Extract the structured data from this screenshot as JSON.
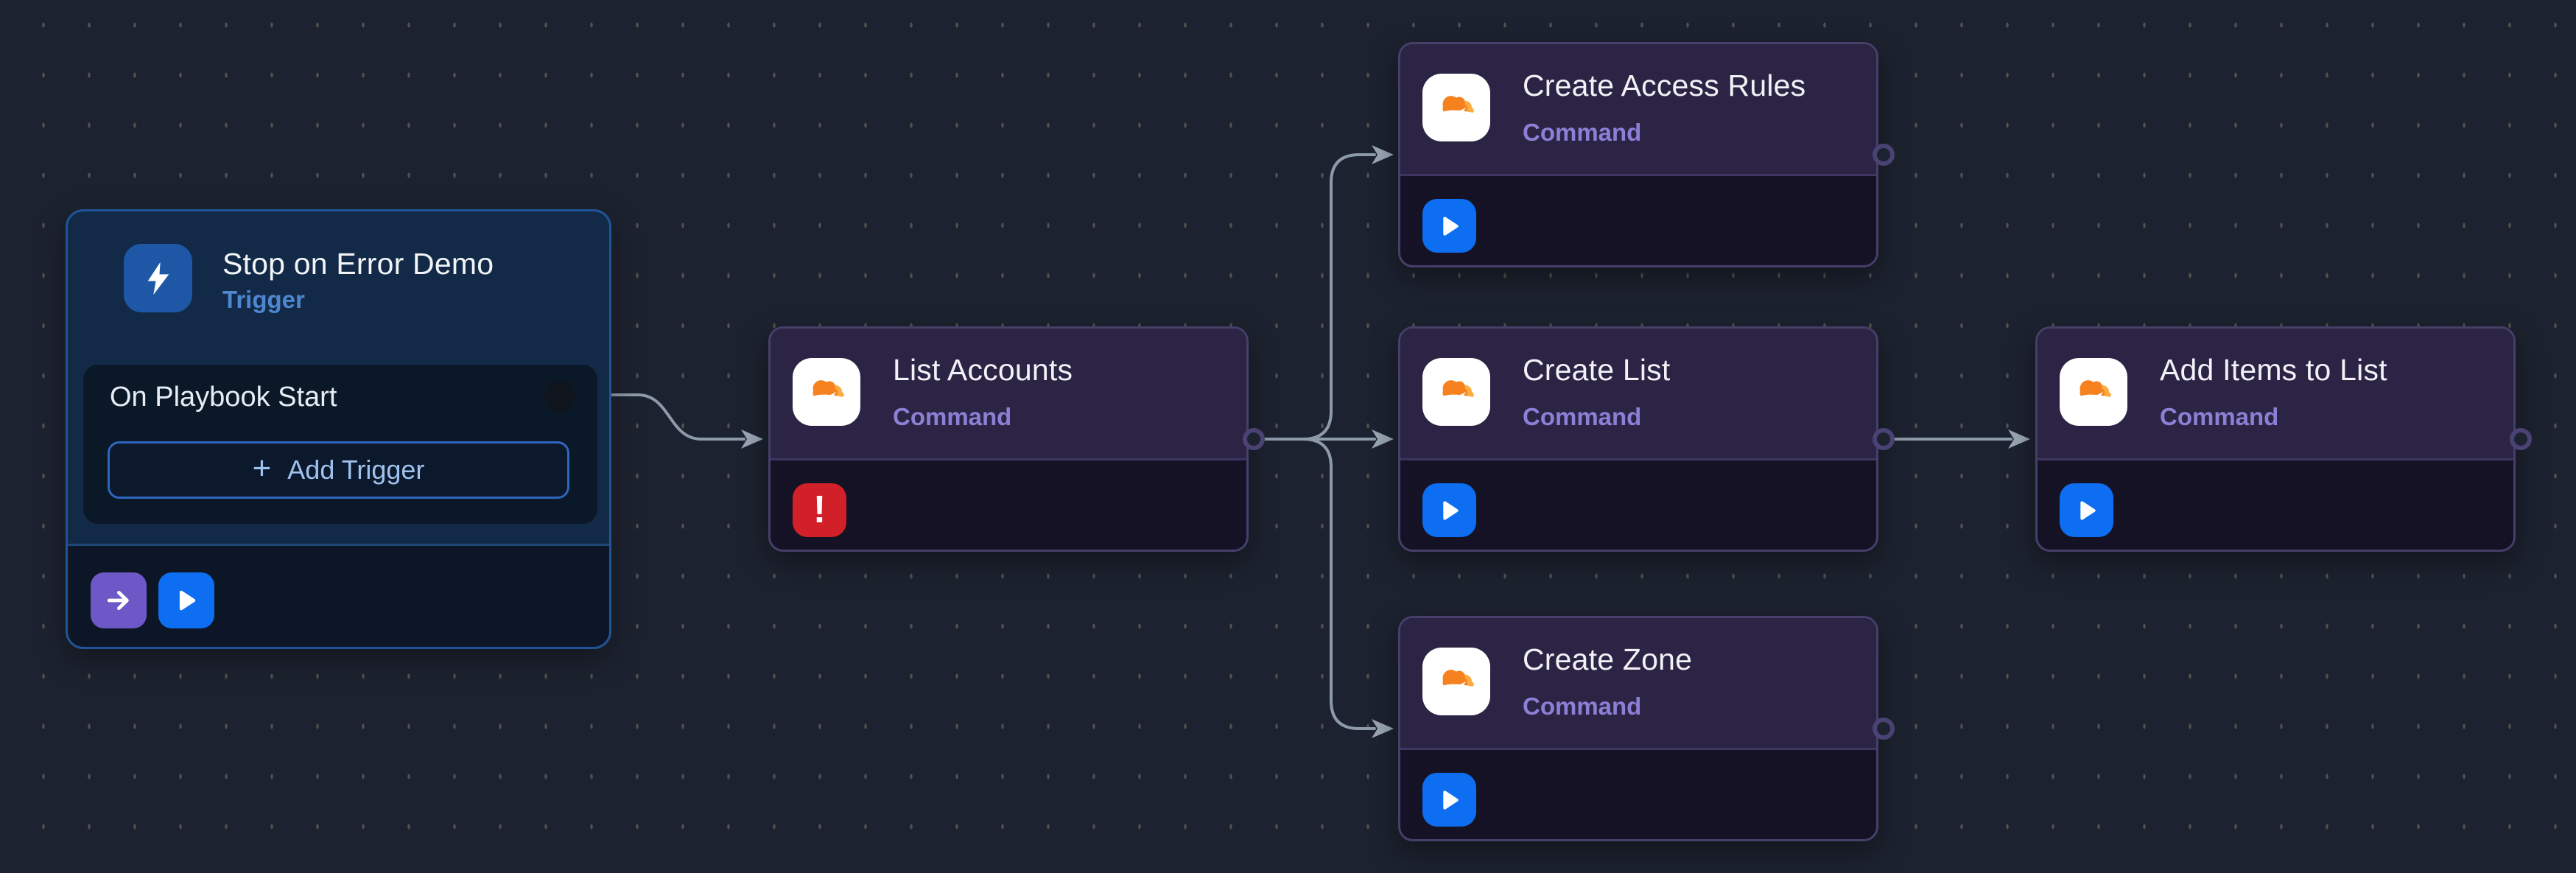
{
  "canvas": {
    "background": "#1c222f",
    "dot_color": "#5a5a52",
    "edge_color": "#8d9aa9"
  },
  "trigger_node": {
    "title": "Stop on Error Demo",
    "type_label": "Trigger",
    "icon": "lightning-bolt-icon",
    "icon_color": "#1e57a6",
    "trigger_row": {
      "label": "On Playbook Start"
    },
    "add_trigger_button": {
      "plus": "+",
      "label": "Add Trigger"
    }
  },
  "command_nodes": [
    {
      "id": "list-accounts",
      "title": "List Accounts",
      "type_label": "Command",
      "badge": "error-icon",
      "badge_color": "#d22028",
      "error_mark": "!"
    },
    {
      "id": "create-access-rules",
      "title": "Create Access Rules",
      "type_label": "Command",
      "badge": "play-icon",
      "badge_color": "#0d6ef2"
    },
    {
      "id": "create-list",
      "title": "Create List",
      "type_label": "Command",
      "badge": "play-icon",
      "badge_color": "#0d6ef2"
    },
    {
      "id": "create-zone",
      "title": "Create Zone",
      "type_label": "Command",
      "badge": "play-icon",
      "badge_color": "#0d6ef2"
    },
    {
      "id": "add-items-to-list",
      "title": "Add Items to List",
      "type_label": "Command",
      "badge": "play-icon",
      "badge_color": "#0d6ef2"
    }
  ],
  "integration": {
    "icon": "cloudflare-icon",
    "brand_orange": "#f6821f",
    "brand_light_orange": "#fbad41"
  }
}
